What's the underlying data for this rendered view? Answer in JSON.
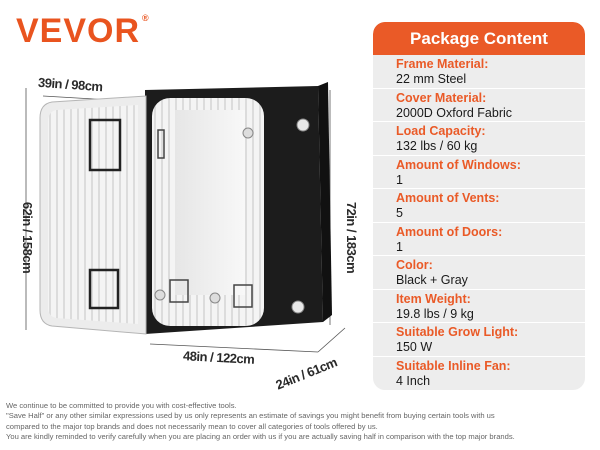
{
  "brand": {
    "name": "VEVOR",
    "mark": "®"
  },
  "dimensions": {
    "top_width": "39in / 98cm",
    "door_height": "62in / 158cm",
    "tent_height": "72in / 183cm",
    "tent_width": "48in / 122cm",
    "tent_depth": "24in / 61cm"
  },
  "package": {
    "title": "Package Content",
    "items": [
      {
        "label": "Frame Material:",
        "value": "22 mm Steel"
      },
      {
        "label": "Cover Material:",
        "value": "2000D Oxford Fabric"
      },
      {
        "label": "Load Capacity:",
        "value": "132 lbs / 60 kg"
      },
      {
        "label": "Amount of Windows:",
        "value": "1"
      },
      {
        "label": "Amount of Vents:",
        "value": "5"
      },
      {
        "label": "Amount of Doors:",
        "value": "1"
      },
      {
        "label": "Color:",
        "value": "Black + Gray"
      },
      {
        "label": "Item Weight:",
        "value": "19.8 lbs / 9 kg"
      },
      {
        "label": "Suitable Grow Light:",
        "value": "150 W"
      },
      {
        "label": "Suitable Inline Fan:",
        "value": "4 Inch"
      }
    ]
  },
  "disclaimer": [
    "We continue to be committed to provide you with cost-effective tools.",
    "\"Save Half\" or any other similar expressions used by us only represents an estimate of savings you might benefit from buying certain tools with us",
    "compared to the major top brands and does not necessarily mean to cover all categories of tools offered by us.",
    "You are kindly reminded to verify carefully when you are placing an order with us if you are actually saving half in comparison with the top major brands."
  ],
  "colors": {
    "accent": "#ea5a27",
    "panel_bg": "#ededed",
    "tent_body": "#1c1c1c"
  }
}
